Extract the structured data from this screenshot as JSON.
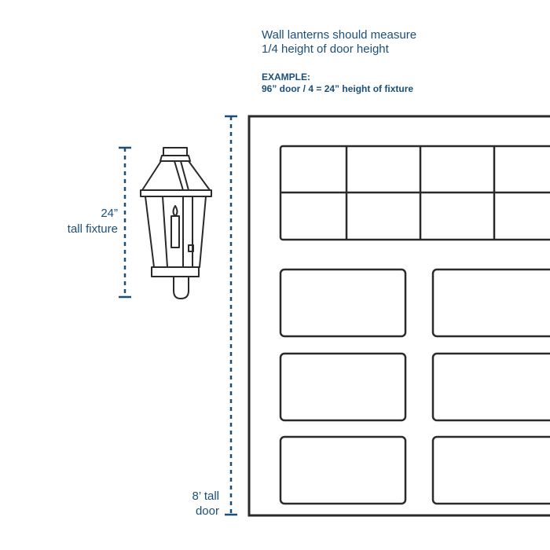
{
  "heading": {
    "line1": "Wall lanterns should measure",
    "line2": "1/4 height of door height"
  },
  "example": {
    "line1": "EXAMPLE:",
    "line2": "96” door / 4 = 24” height of fixture"
  },
  "fixture_label": {
    "line1": "24”",
    "line2": "tall fixture"
  },
  "door_label": {
    "line1": "8’ tall",
    "line2": "door"
  },
  "colors": {
    "accent": "#1a4f7a",
    "line": "#2a2a2a"
  }
}
